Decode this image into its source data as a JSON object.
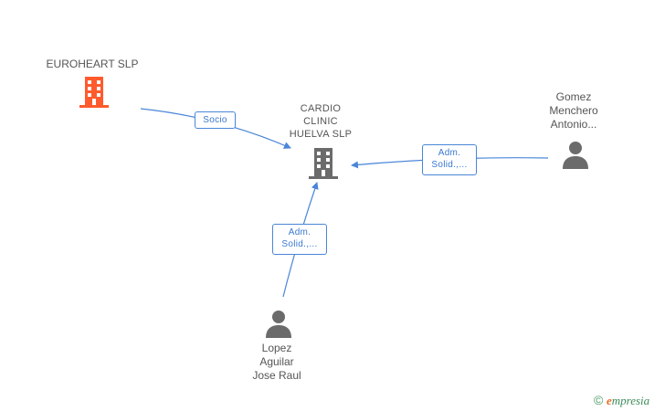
{
  "colors": {
    "company_main": "#ff5a2d",
    "company": "#6b6b6b",
    "person": "#6b6b6b",
    "edge": "#4a86d8"
  },
  "nodes": {
    "euroheart": {
      "name": "EUROHEART SLP",
      "icon": "building-icon"
    },
    "cardio": {
      "name_lines": [
        "CARDIO",
        "CLINIC",
        "HUELVA SLP"
      ],
      "icon": "building-icon"
    },
    "gomez": {
      "name_lines": [
        "Gomez",
        "Menchero",
        "Antonio..."
      ],
      "icon": "person-icon"
    },
    "lopez": {
      "name_lines": [
        "Lopez",
        "Aguilar",
        "Jose Raul"
      ],
      "icon": "person-icon"
    }
  },
  "edges": {
    "euroheart_cardio": {
      "label": "Socio"
    },
    "gomez_cardio": {
      "label_lines": [
        "Adm.",
        "Solid.,..."
      ]
    },
    "lopez_cardio": {
      "label_lines": [
        "Adm.",
        "Solid.,..."
      ]
    }
  },
  "watermark": {
    "copyright": "©",
    "brand_initial": "e",
    "brand_rest": "mpresia"
  }
}
